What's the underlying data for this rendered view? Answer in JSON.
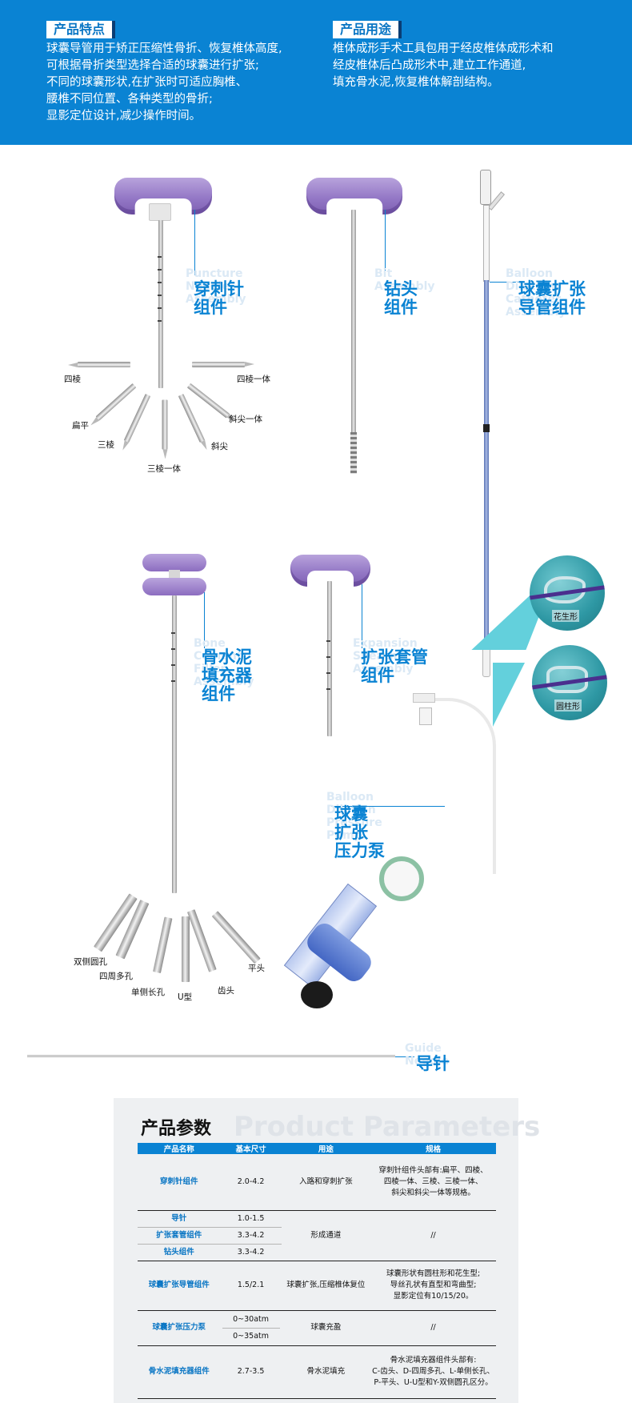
{
  "header": {
    "features_tag": "产品特点",
    "features_lines": [
      "球囊导管用于矫正压缩性骨折、恢复椎体高度,",
      "可根据骨折类型选择合适的球囊进行扩张;",
      "不同的球囊形状,在扩张时可适应胸椎、",
      "腰椎不同位置、各种类型的骨折;",
      "显影定位设计,减少操作时间。"
    ],
    "usage_tag": "产品用途",
    "usage_lines": [
      "椎体成形手术工具包用于经皮椎体成形术和",
      "经皮椎体后凸成形术中,建立工作通道,",
      "填充骨水泥,恢复椎体解剖结构。"
    ]
  },
  "components": {
    "puncture": {
      "name": "穿刺针\n组件",
      "ghost": "Puncture\nNeedle\nAssembly"
    },
    "drill": {
      "name": "钻头\n组件",
      "ghost": "Bit\nAssembly"
    },
    "balloon_catheter": {
      "name": "球囊扩张\n导管组件",
      "ghost": "Balloon\nDilation\nCatheter\nAssembly"
    },
    "cement_filler": {
      "name": "骨水泥\n填充器\n组件",
      "ghost": "Bone\nCement\nFiller\nAssembly"
    },
    "expansion_sheath": {
      "name": "扩张套管\n组件",
      "ghost": "Expansion\nSheath\nAssembly"
    },
    "pressure_pump": {
      "name": "球囊\n扩张\n压力泵",
      "ghost": "Balloon\nDilation\nPressure\nPump"
    },
    "guide_needle": {
      "name": "导针",
      "ghost": "Guide\nNeedle"
    }
  },
  "puncture_tips": {
    "left_horizontal": "四棱",
    "right_horizontal": "四棱一体",
    "flat": "扁平",
    "three_edge": "三棱",
    "three_edge_integral": "三棱一体",
    "bevel": "斜尖",
    "bevel_integral": "斜尖一体"
  },
  "balloon_shapes": {
    "peanut": "花生形",
    "cylinder": "圆柱形"
  },
  "filler_tips": {
    "double_side_round": "双侧圆孔",
    "four_holes": "四周多孔",
    "single_side_long": "单侧长孔",
    "u_type": "U型",
    "tooth": "齿头",
    "flat": "平头"
  },
  "params": {
    "title": "产品参数",
    "ghost": "Product Parameters",
    "headers": [
      "产品名称",
      "基本尺寸",
      "用途",
      "规格"
    ],
    "rows": [
      {
        "name": "穿刺针组件",
        "size": "2.0-4.2",
        "use": "入路和穿刺扩张",
        "spec": [
          "穿刺针组件头部有:扁平、四棱、",
          "四棱一体、三棱、三棱一体、",
          "斜尖和斜尖一体等规格。"
        ]
      },
      {
        "name": "导针",
        "size": "1.0-1.5"
      },
      {
        "name": "扩张套管组件",
        "size": "3.3-4.2",
        "use": "形成通道",
        "spec": [
          "//"
        ]
      },
      {
        "name": "钻头组件",
        "size": "3.3-4.2"
      },
      {
        "name": "球囊扩张导管组件",
        "size": "1.5/2.1",
        "use": "球囊扩张,压缩椎体复位",
        "spec": [
          "球囊形状有圆柱形和花生型;",
          "导丝孔状有直型和弯曲型;",
          "显影定位有10/15/20。"
        ]
      },
      {
        "name": "球囊扩张压力泵",
        "size": [
          "0~30atm",
          "0~35atm"
        ],
        "use": "球囊充盈",
        "spec": [
          "//"
        ]
      },
      {
        "name": "骨水泥填充器组件",
        "size": "2.7-3.5",
        "use": "骨水泥填充",
        "spec": [
          "骨水泥填充器组件头部有:",
          "C-齿头、D-四周多孔、L-单侧长孔、",
          "P-平头、U-U型和Y-双侧圆孔区分。"
        ]
      }
    ]
  }
}
